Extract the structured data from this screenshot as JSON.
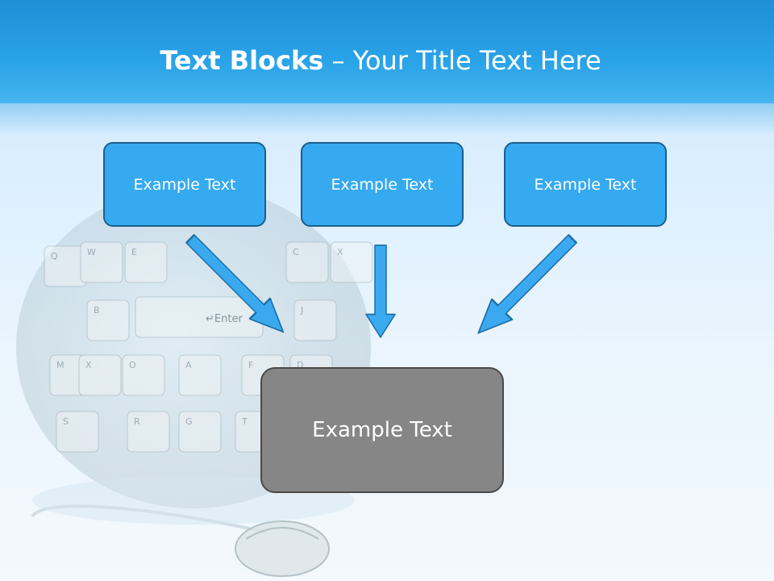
{
  "slide": {
    "title_bold": "Text Blocks",
    "title_dash": "–",
    "title_rest": "Your Title Text Here"
  },
  "blocks": {
    "top": [
      "Example Text",
      "Example Text",
      "Example Text"
    ],
    "bottom": "Example Text"
  },
  "background_keys": {
    "letters": [
      "Q",
      "W",
      "E",
      "B",
      "J",
      "M",
      "X",
      "O",
      "A",
      "F",
      "D",
      "R",
      "G",
      "T",
      "S",
      "C",
      "X"
    ],
    "enter": "↵Enter"
  },
  "colors": {
    "header": "#2aa3e8",
    "block_fill": "#35aaf0",
    "block_border": "#1b5f8f",
    "arrow_fill": "#3aa9ef",
    "bottom_fill": "#868686"
  }
}
